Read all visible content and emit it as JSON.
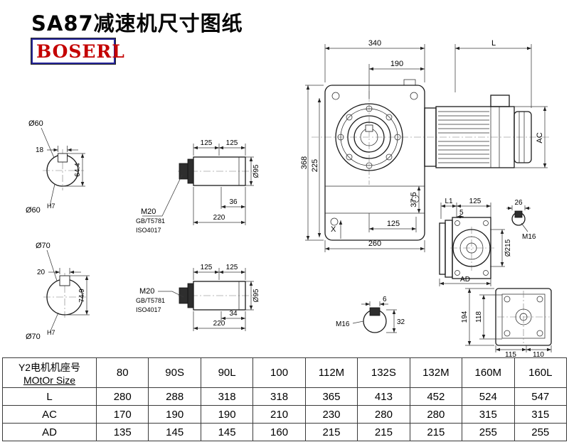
{
  "page": {
    "title": "SA87减速机尺寸图纸",
    "brand": "BOSERL"
  },
  "main_view": {
    "d340": "340",
    "dL": "L",
    "d190": "190",
    "d368": "368",
    "d225": "225",
    "dAC": "AC",
    "d375": "37.5",
    "d125": "125",
    "d260": "260",
    "dX": "X"
  },
  "shaft60": {
    "callout": "Ø60",
    "d18": "18",
    "d644": "64.4",
    "bore": "Ø60",
    "bore_sup": "H7"
  },
  "shaft70": {
    "callout": "Ø70",
    "d20": "20",
    "d749": "74.9",
    "bore": "Ø70",
    "bore_sup": "H7"
  },
  "shaft_detail_top": {
    "d125a": "125",
    "d125b": "125",
    "thread": "M20",
    "std1": "GB/T5781",
    "std2": "ISO4017",
    "d36": "36",
    "d220": "220",
    "dia": "Ø95"
  },
  "shaft_detail_bottom": {
    "d125a": "125",
    "d125b": "125",
    "thread": "M20",
    "std1": "GB/T5781",
    "std2": "ISO4017",
    "d34": "34",
    "d220": "220",
    "dia": "Ø95"
  },
  "side_view": {
    "dL1": "L1",
    "d125": "125",
    "d5": "5",
    "d26": "26",
    "thread": "M16",
    "dia": "Ø215",
    "dAD": "AD"
  },
  "key_detail": {
    "d6": "6",
    "d32": "32",
    "thread": "M16"
  },
  "rear_view": {
    "d194": "194",
    "d118": "118",
    "d115": "115",
    "d110": "110"
  },
  "table": {
    "header_cn": "Y2电机机座号",
    "header_en": "MOtOr Size",
    "sizes": [
      "80",
      "90S",
      "90L",
      "100",
      "112M",
      "132S",
      "132M",
      "160M",
      "160L"
    ],
    "rows": [
      {
        "label": "L",
        "values": [
          "280",
          "288",
          "318",
          "318",
          "365",
          "413",
          "452",
          "524",
          "547"
        ]
      },
      {
        "label": "AC",
        "values": [
          "170",
          "190",
          "190",
          "210",
          "230",
          "280",
          "280",
          "315",
          "315"
        ]
      },
      {
        "label": "AD",
        "values": [
          "135",
          "145",
          "145",
          "160",
          "215",
          "215",
          "215",
          "255",
          "255"
        ]
      }
    ]
  }
}
